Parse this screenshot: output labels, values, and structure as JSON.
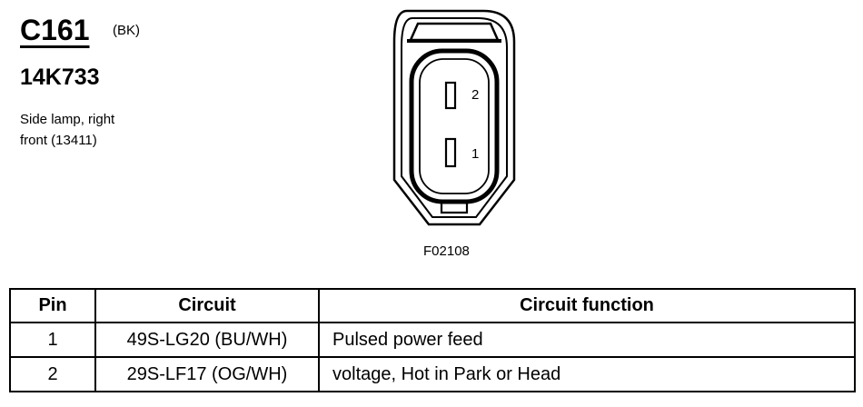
{
  "connector": {
    "id": "C161",
    "color_code": "(BK)",
    "part_number": "14K733",
    "description_line1": "Side lamp, right",
    "description_line2": "front (13411)"
  },
  "diagram": {
    "figure_id": "F02108",
    "pin_labels": [
      "2",
      "1"
    ]
  },
  "table": {
    "headers": [
      "Pin",
      "Circuit",
      "Circuit function"
    ],
    "rows": [
      {
        "pin": "1",
        "circuit": "49S-LG20 (BU/WH)",
        "function": "Pulsed power feed"
      },
      {
        "pin": "2",
        "circuit": "29S-LF17 (OG/WH)",
        "function": "voltage, Hot in Park or Head"
      }
    ]
  }
}
